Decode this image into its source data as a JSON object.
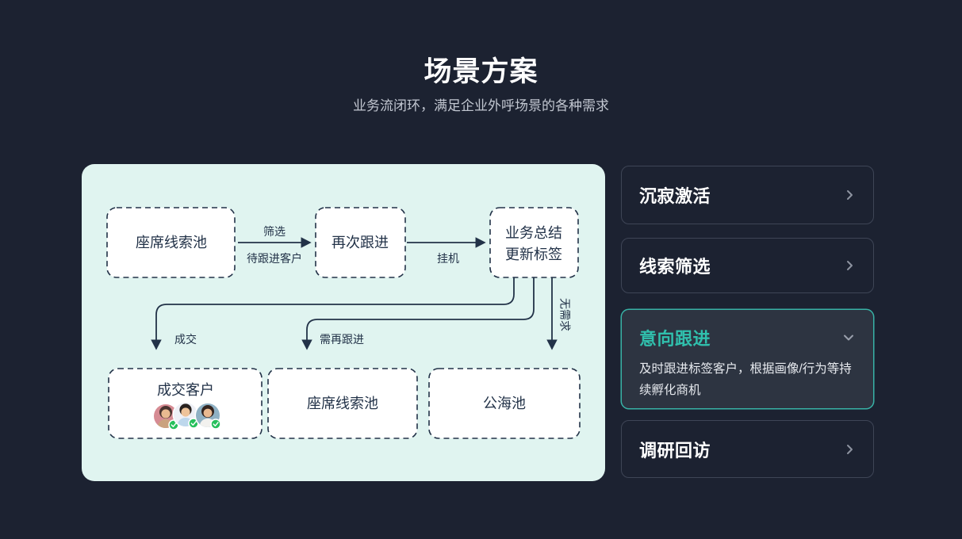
{
  "header": {
    "title": "场景方案",
    "subtitle": "业务流闭环，满足企业外呼场景的各种需求"
  },
  "diagram": {
    "nodes": {
      "agent_pool_top": "座席线索池",
      "follow_again": "再次跟进",
      "summary_line1": "业务总结",
      "summary_line2": "更新标签",
      "deal_customer": "成交客户",
      "agent_pool_bottom": "座席线索池",
      "public_pool": "公海池"
    },
    "edge_labels": {
      "filter": "筛选",
      "pending_customer": "待跟进客户",
      "hangup": "挂机",
      "deal": "成交",
      "need_follow": "需再跟进",
      "no_demand": "无需求"
    },
    "colors": {
      "panel_bg": "#e0f4f0",
      "stroke": "#223248",
      "box_fill": "#ffffff",
      "verified_badge_green": "#27c05c",
      "avatar_bg_1": "#d68b93",
      "avatar_bg_2": "#eef0f6",
      "avatar_bg_3": "#8fb1c4"
    }
  },
  "sidebar": {
    "accent_color": "#30c0ad",
    "items": [
      {
        "label": "沉寂激活",
        "chevron": "right",
        "selected": false
      },
      {
        "label": "线索筛选",
        "chevron": "right",
        "selected": false
      },
      {
        "label": "意向跟进",
        "chevron": "down",
        "selected": true,
        "description": "及时跟进标签客户，根据画像/行为等持续孵化商机"
      },
      {
        "label": "调研回访",
        "chevron": "right",
        "selected": false
      }
    ]
  }
}
